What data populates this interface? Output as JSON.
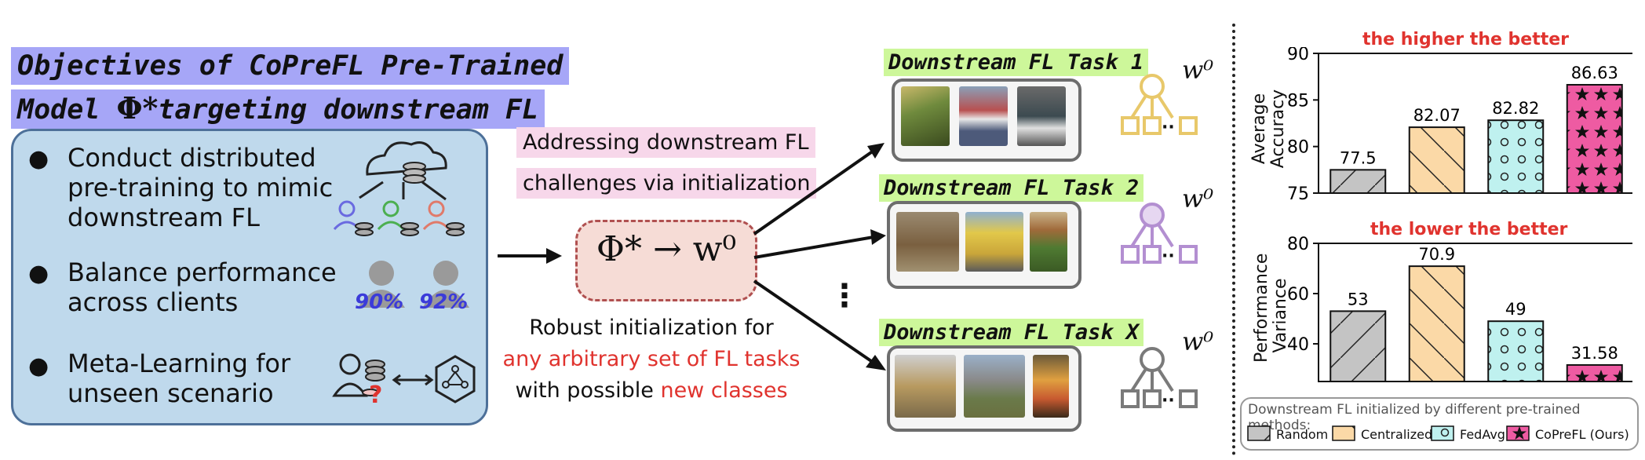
{
  "objectives": {
    "title_line1": "Objectives of CoPreFL Pre-Trained",
    "title_line2_prefix": "Model",
    "title_line2_symbol": "Φ*",
    "title_line2_suffix": "targeting downstream FL",
    "bullets": [
      {
        "line1": "Conduct distributed",
        "line2": "pre-training to mimic",
        "line3": "downstream FL"
      },
      {
        "line1": "Balance performance",
        "line2": "across clients"
      },
      {
        "line1": "Meta-Learning for",
        "line2": "unseen scenario"
      }
    ],
    "client_acc_1": "90%",
    "client_acc_2": "92%",
    "question_mark": "?"
  },
  "middle": {
    "challenge_line1": "Addressing downstream FL",
    "challenge_line2": "challenges via initialization",
    "formula": "Φ* → w⁰",
    "robust_line1": "Robust initialization for",
    "robust_line2": "any arbitrary set of FL tasks",
    "robust_line3_a": "with possible",
    "robust_line3_b": "new classes",
    "vertical_dots": "⋮"
  },
  "tasks": [
    {
      "title": "Downstream FL Task 1",
      "weight": "w⁰",
      "ellipsis": "··",
      "color": "#e8c86a"
    },
    {
      "title": "Downstream FL Task 2",
      "weight": "w⁰",
      "ellipsis": "··",
      "color": "#b38fd1"
    },
    {
      "title": "Downstream FL Task X",
      "weight": "w⁰",
      "ellipsis": "··",
      "color": "#7a7a7a"
    }
  ],
  "chart_data": [
    {
      "type": "bar",
      "title": "the higher the better",
      "ylabel": "Average Accuracy",
      "ylim": [
        75,
        90
      ],
      "yticks": [
        75,
        80,
        85,
        90
      ],
      "categories": [
        "Random",
        "Centralized",
        "FedAvg",
        "CoPreFL (Ours)"
      ],
      "values": [
        77.5,
        82.07,
        82.82,
        86.63
      ],
      "labels": [
        "77.5",
        "82.07",
        "82.82",
        "86.63"
      ]
    },
    {
      "type": "bar",
      "title": "the lower the better",
      "ylabel": "Performance Variance",
      "ylim": [
        25,
        80
      ],
      "yticks": [
        40,
        60,
        80
      ],
      "categories": [
        "Random",
        "Centralized",
        "FedAvg",
        "CoPreFL (Ours)"
      ],
      "values": [
        53,
        70.9,
        49,
        31.58
      ],
      "labels": [
        "53",
        "70.9",
        "49",
        "31.58"
      ]
    }
  ],
  "legend": {
    "title": "Downstream FL initialized by different pre-trained methods:",
    "items": [
      {
        "label": "Random",
        "color": "#c4c4c4"
      },
      {
        "label": "Centralized",
        "color": "#fbd9a7"
      },
      {
        "label": "FedAvg",
        "color": "#bff1ef"
      },
      {
        "label": "CoPreFL (Ours)",
        "color": "#ee5ba2"
      }
    ]
  }
}
